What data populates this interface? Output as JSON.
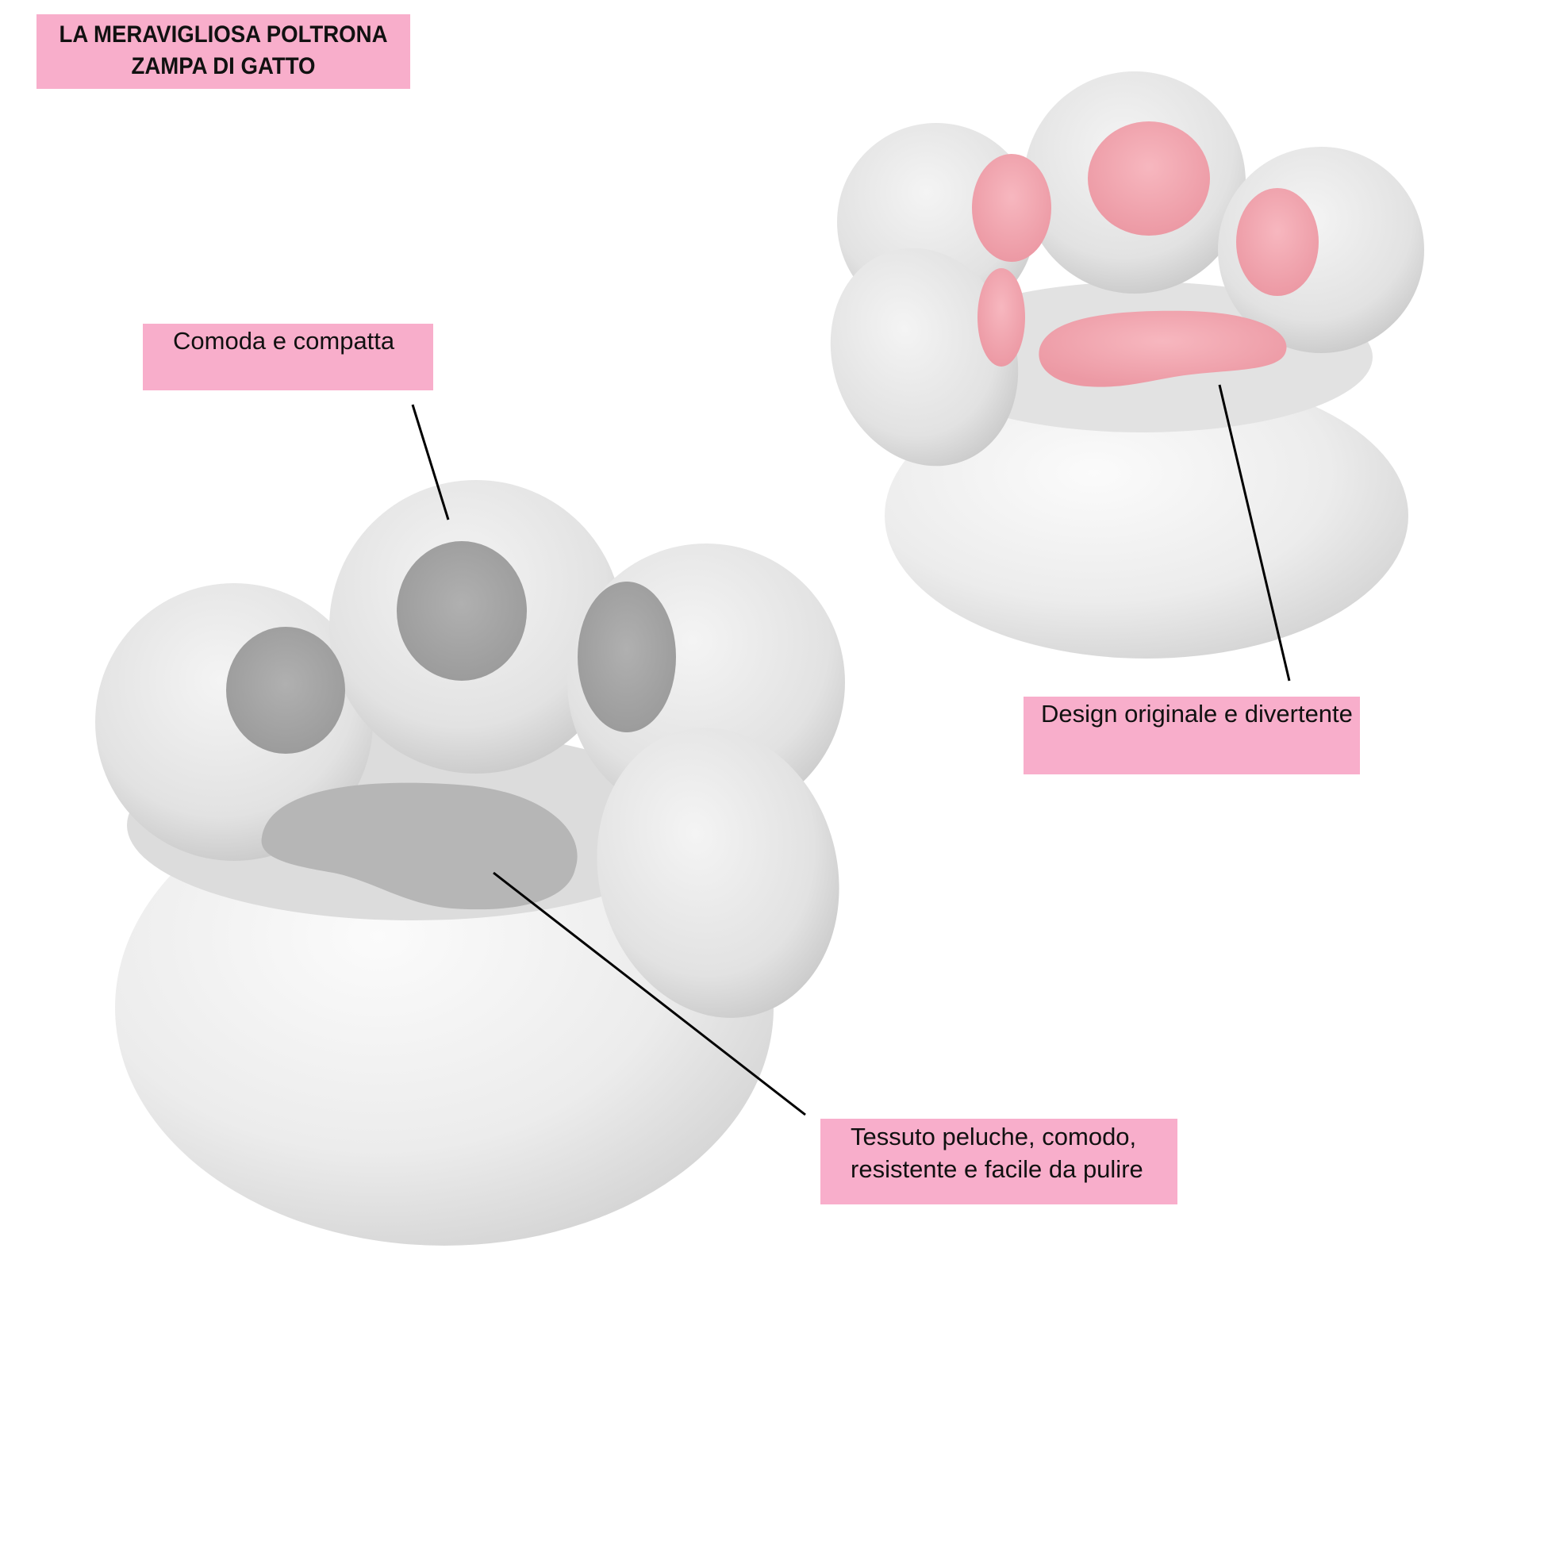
{
  "title": {
    "line1": "LA MERAVIGLIOSA POLTRONA",
    "line2": "ZAMPA DI GATTO"
  },
  "callouts": {
    "comoda": "Comoda e compatta",
    "design": "Design originale e divertente",
    "tessuto_line1": "Tessuto peluche, comodo,",
    "tessuto_line2": "resistente e facile da pulire"
  },
  "colors": {
    "label_background": "#f8aecb",
    "chair_body": "#ececec",
    "gray_pads": "#a8a8a8",
    "pink_pads": "#f2a4ae",
    "leader_lines": "#000000"
  },
  "images": {
    "gray_chair": "cat-paw-armchair-gray-pads",
    "pink_chair": "cat-paw-armchair-pink-pads"
  }
}
